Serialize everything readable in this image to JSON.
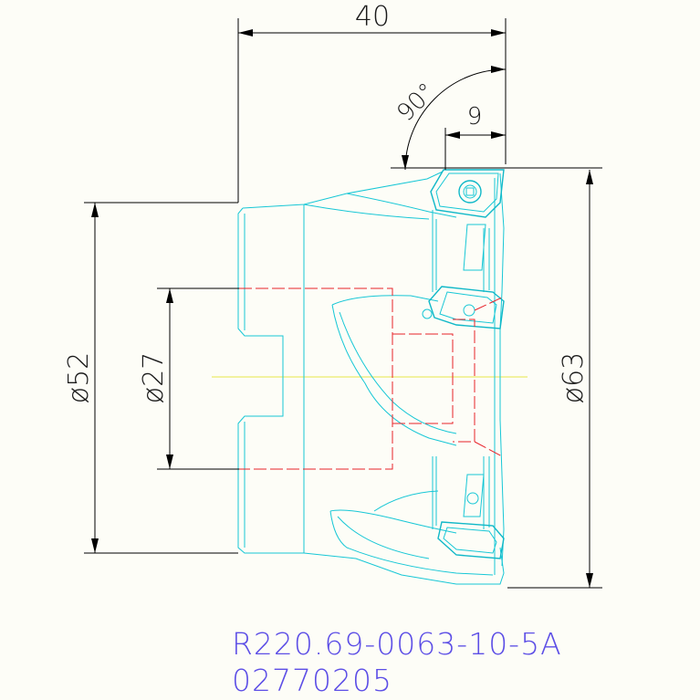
{
  "dimensions": {
    "width_top": "40",
    "angle": "90°",
    "insert_offset": "9",
    "hub_diameter": "ø52",
    "bore_diameter": "ø27",
    "cutter_diameter": "ø63"
  },
  "caption": {
    "product_code": "R220.69-0063-10-5A",
    "item_number": "02770205"
  },
  "colors": {
    "tool_outline": "#17c7d6",
    "hidden_lines": "#e8232a",
    "centerline": "#e8e84a",
    "dimension_lines": "#000000",
    "caption_text": "#5c4ee6"
  }
}
